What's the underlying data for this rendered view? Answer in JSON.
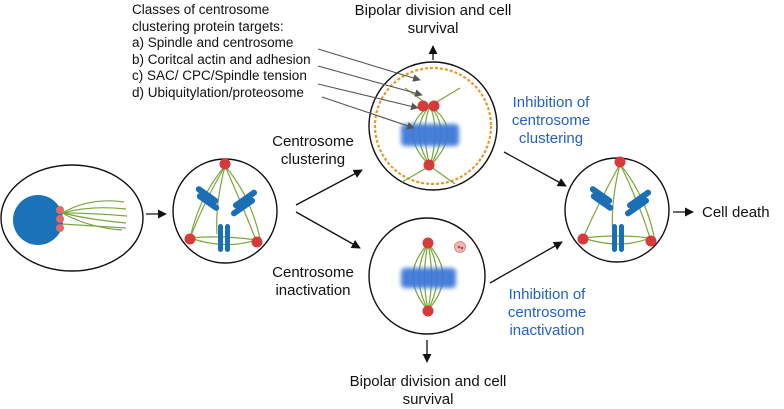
{
  "classes_box": {
    "heading_line1": "Classes of centrosome",
    "heading_line2": "clustering protein targets:",
    "items": [
      "a) Spindle and centrosome",
      "b) Coritcal actin and adhesion",
      "c) SAC/ CPC/Spindle tension",
      "d) Ubiquitylation/proteosome"
    ]
  },
  "top_outcome": {
    "line1": "Bipolar division and cell",
    "line2": "survival"
  },
  "bottom_outcome": {
    "line1": "Bipolar division and cell",
    "line2": "survival"
  },
  "clustering_label": {
    "line1": "Centrosome",
    "line2": "clustering"
  },
  "inactivation_label": {
    "line1": "Centrosome",
    "line2": "inactivation"
  },
  "inhibit_clustering": {
    "line1": "Inhibition of",
    "line2": "centrosome",
    "line3": "clustering"
  },
  "inhibit_inactivation": {
    "line1": "Inhibition of",
    "line2": "centrosome",
    "line3": "inactivation"
  },
  "cell_death": "Cell death",
  "colors": {
    "nucleus": "#1a73b8",
    "chromosome": "#1a6fb5",
    "centrosome": "#d63a3a",
    "microtubule": "#7aa83a",
    "cortex": "#e59a2c",
    "accent_text": "#2460c8"
  }
}
